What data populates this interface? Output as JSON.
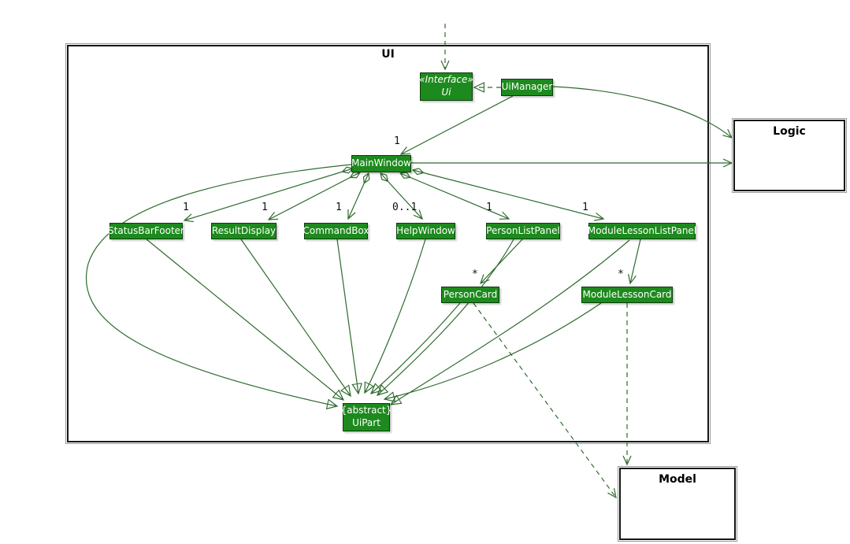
{
  "frame": {
    "label": "UI"
  },
  "external_packages": {
    "logic": {
      "label": "Logic"
    },
    "model": {
      "label": "Model"
    }
  },
  "classes": {
    "ui_interface": {
      "stereotype": "«Interface»",
      "name": "Ui"
    },
    "ui_manager": {
      "name": "UiManager"
    },
    "main_window": {
      "name": "MainWindow"
    },
    "status_bar_footer": {
      "name": "StatusBarFooter"
    },
    "result_display": {
      "name": "ResultDisplay"
    },
    "command_box": {
      "name": "CommandBox"
    },
    "help_window": {
      "name": "HelpWindow"
    },
    "person_list_panel": {
      "name": "PersonListPanel"
    },
    "module_lesson_list_panel": {
      "name": "ModuleLessonListPanel"
    },
    "person_card": {
      "name": "PersonCard"
    },
    "module_lesson_card": {
      "name": "ModuleLessonCard"
    },
    "ui_part": {
      "modifier": "{abstract}",
      "name": "UiPart"
    }
  },
  "multiplicities": {
    "main_window": "1",
    "status_bar_footer": "1",
    "result_display": "1",
    "command_box": "1",
    "help_window": "0..1",
    "person_list_panel": "1",
    "module_lesson_list_panel": "1",
    "person_card": "*",
    "module_lesson_card": "*"
  },
  "colors": {
    "class_fill": "#1D8A1D",
    "class_border": "#0B3D0B",
    "class_text": "#FFFFFF",
    "edge": "#2E6B2E",
    "package_border": "#161616",
    "label_text": "#000000",
    "background": "#FFFFFF"
  }
}
